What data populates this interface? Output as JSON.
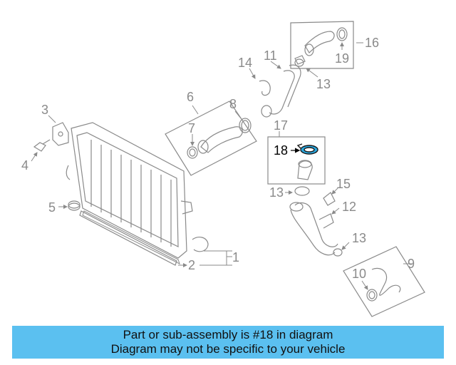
{
  "diagram": {
    "callouts": {
      "c1": "1",
      "c2": "2",
      "c3": "3",
      "c4": "4",
      "c5": "5",
      "c6": "6",
      "c7": "7",
      "c8": "8",
      "c9": "9",
      "c10": "10",
      "c11": "11",
      "c12": "12",
      "c13a": "13",
      "c13b": "13",
      "c13c": "13",
      "c14": "14",
      "c15": "15",
      "c16": "16",
      "c17": "17",
      "c18": "18",
      "c19": "19"
    },
    "highlight_color": "#29a8e0",
    "line_color": "#8a8a8a"
  },
  "banner": {
    "line1": "Part or sub-assembly is #18 in diagram",
    "line2": "Diagram may not be specific to your vehicle",
    "color": "#5bc0f0"
  }
}
